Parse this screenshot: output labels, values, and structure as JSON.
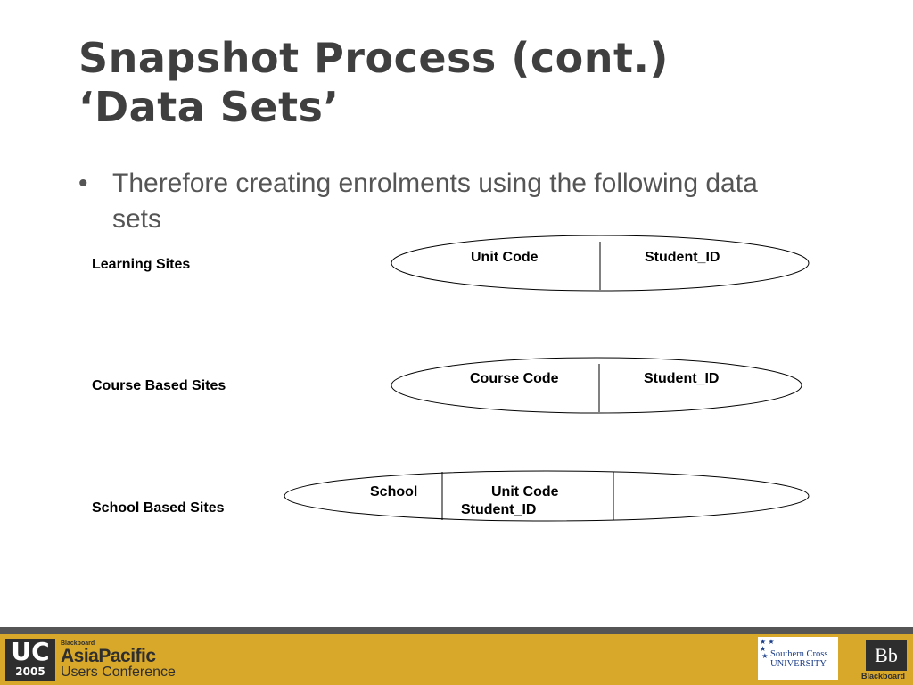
{
  "slide": {
    "title_line1": "Snapshot Process (cont.)",
    "title_line2": "‘Data Sets’",
    "bullet_symbol": "•",
    "bullet_text": "Therefore creating enrolments using the following data sets"
  },
  "rows": [
    {
      "label": "Learning Sites",
      "fields": [
        "Unit Code",
        "Student_ID"
      ]
    },
    {
      "label": "Course Based Sites",
      "fields": [
        "Course Code",
        "Student_ID"
      ]
    },
    {
      "label": "School Based Sites",
      "fields": [
        "School",
        "Unit Code",
        "Student_ID"
      ]
    }
  ],
  "footer": {
    "uc_top": "UC",
    "uc_year": "2005",
    "brand_small": "Blackboard",
    "brand_big": "AsiaPacific",
    "brand_sub": "Users Conference",
    "scu_line1": "Southern Cross",
    "scu_line2": "UNIVERSITY",
    "bb_mark": "Bb",
    "bb_word": "Blackboard"
  },
  "colors": {
    "title": "#3f3f3f",
    "bullet": "#555555",
    "footer_band": "#d8a82a",
    "footer_line": "#555555"
  }
}
